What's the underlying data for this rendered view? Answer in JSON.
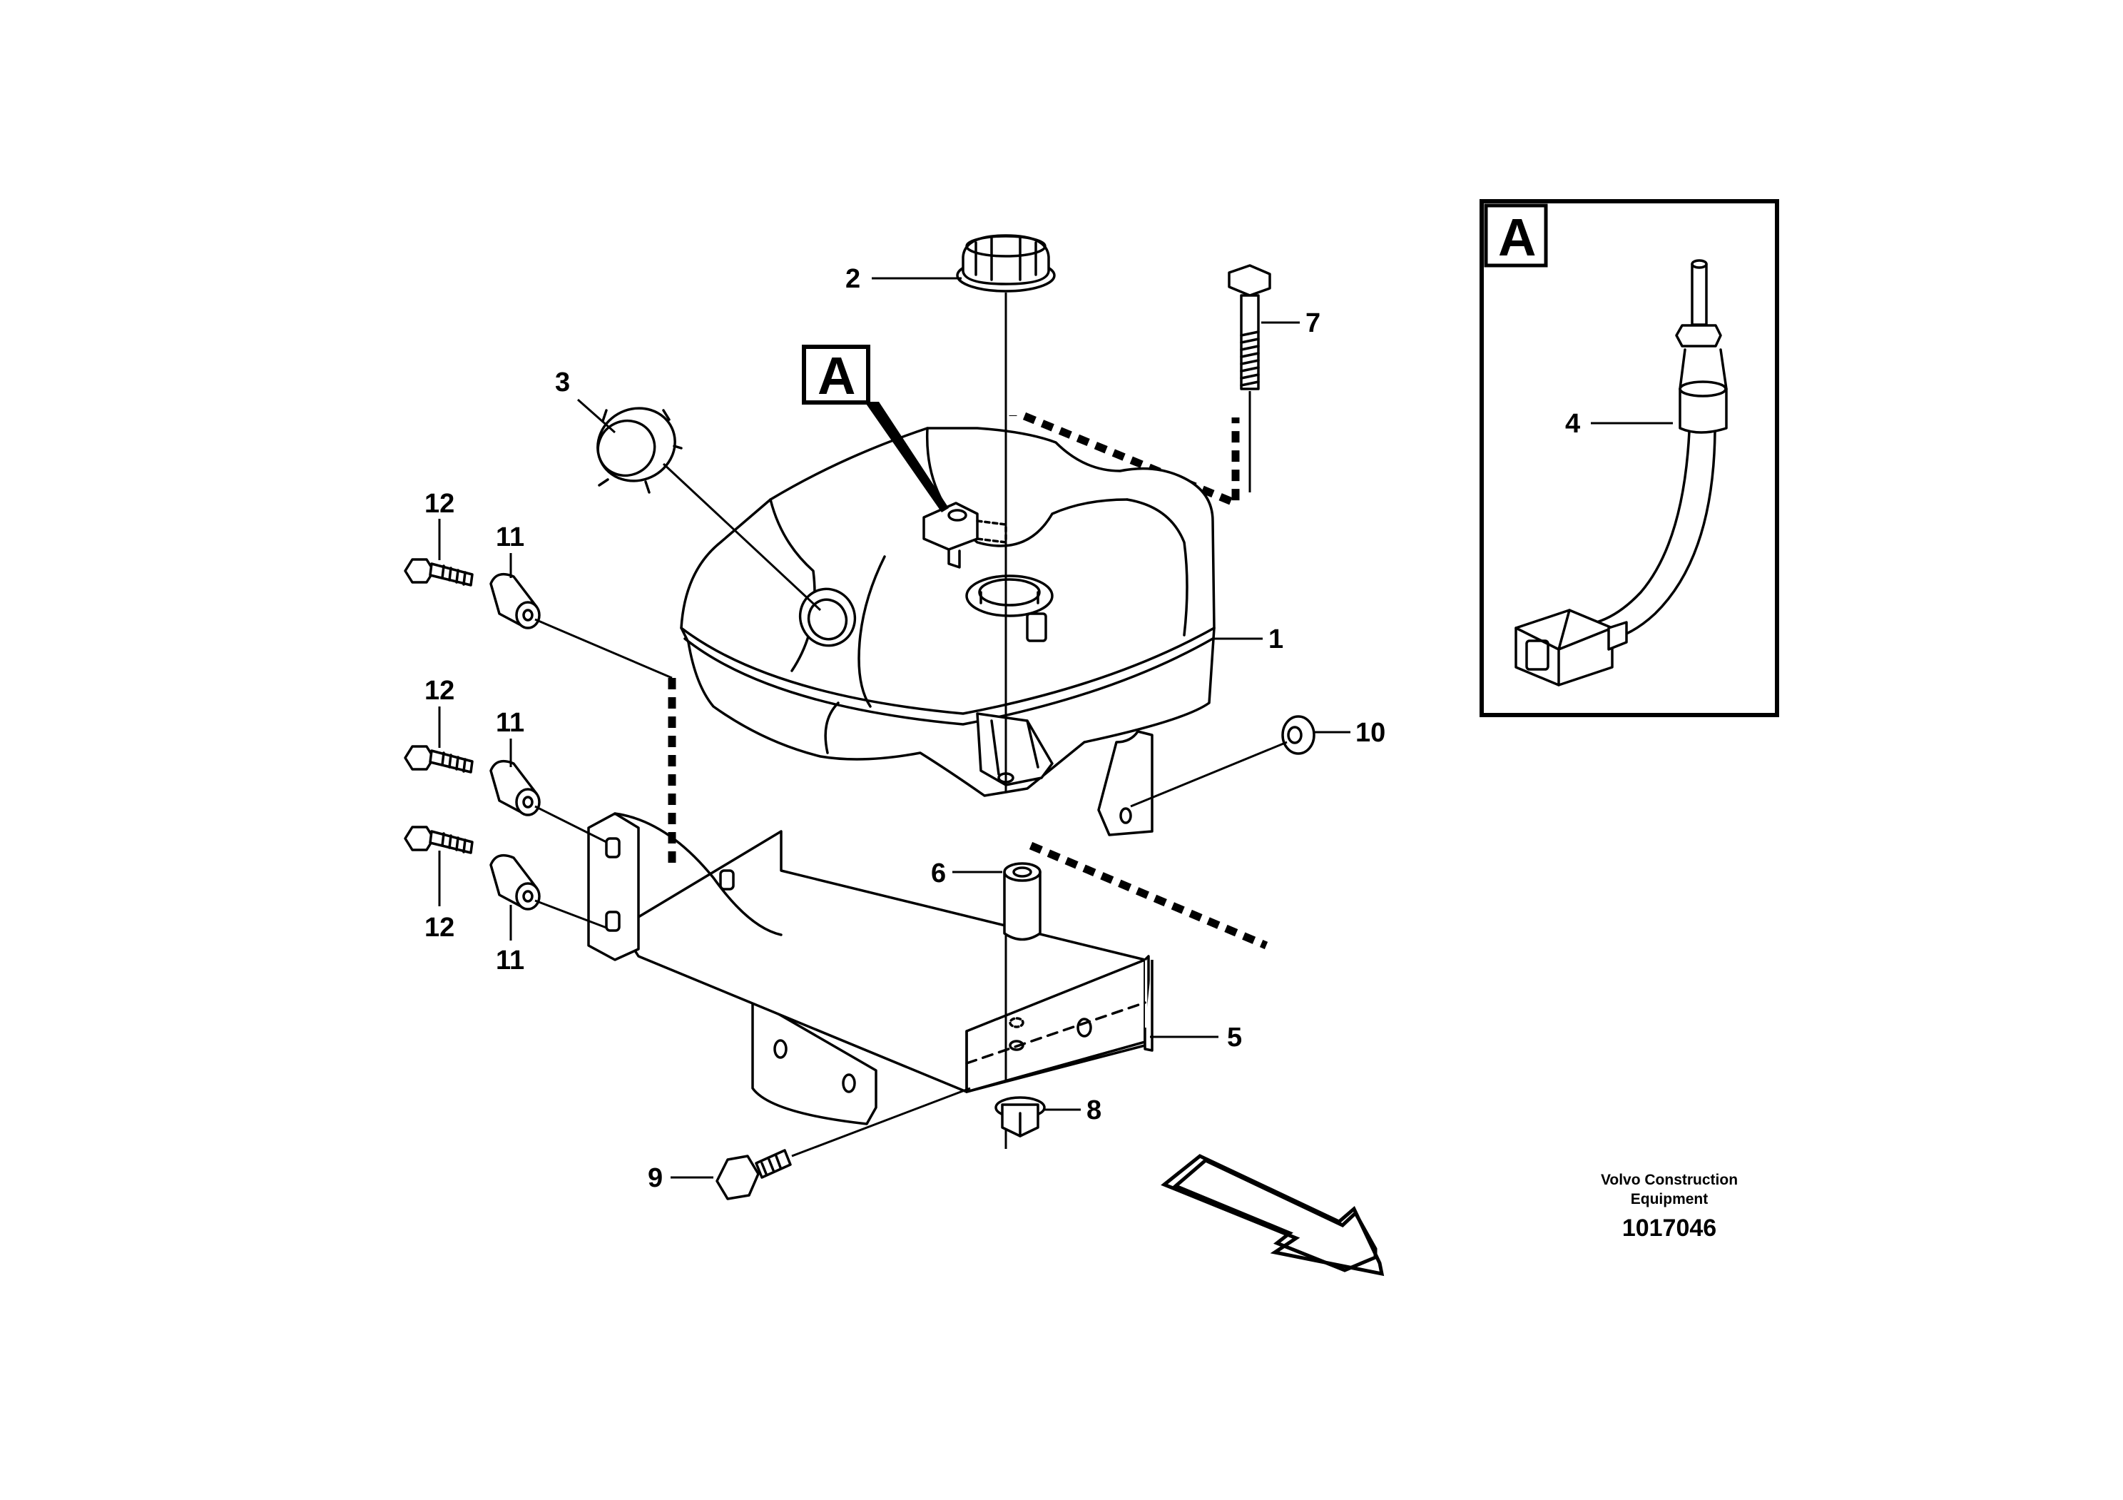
{
  "callouts": {
    "c1": "1",
    "c2": "2",
    "c3": "3",
    "c4": "4",
    "c5": "5",
    "c6": "6",
    "c7": "7",
    "c8": "8",
    "c9": "9",
    "c10": "10",
    "c11a": "11",
    "c11b": "11",
    "c11c": "11",
    "c12a": "12",
    "c12b": "12",
    "c12c": "12"
  },
  "detail": {
    "label_main": "A",
    "label_inset": "A"
  },
  "footer": {
    "maker_line1": "Volvo Construction",
    "maker_line2": "Equipment",
    "doc_number": "1017046"
  },
  "icons": [
    "direction-arrow-icon"
  ]
}
